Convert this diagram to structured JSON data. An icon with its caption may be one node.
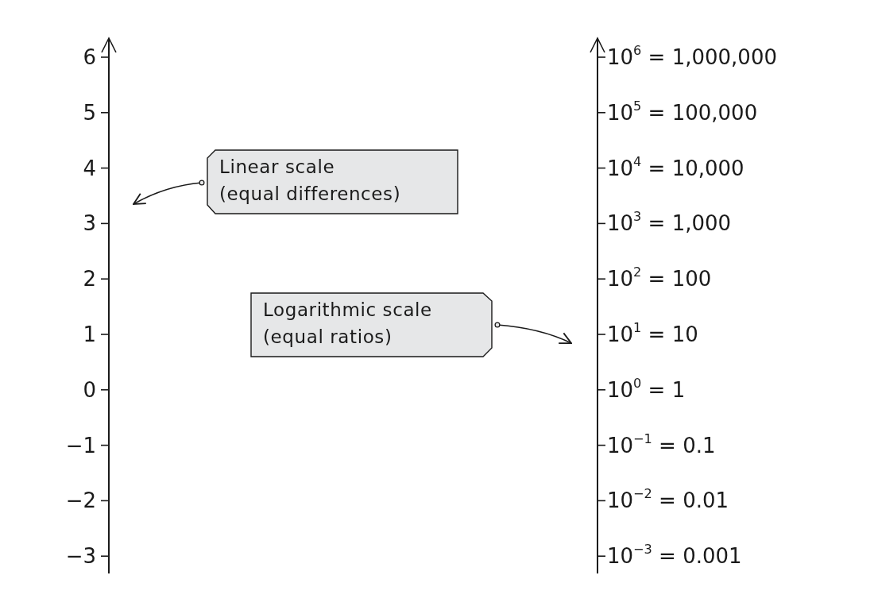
{
  "diagram": {
    "nodes": [
      {
        "text": [
          "Linear scale",
          "(equal differences)"
        ]
      },
      {
        "text": [
          "Logarithmic scale",
          "(equal ratios)"
        ]
      }
    ],
    "edges": [
      {
        "from": 0,
        "to": null,
        "arrow": "to"
      },
      {
        "from": 1,
        "to": null,
        "arrow": "to"
      }
    ],
    "labels": [
      "6",
      "5",
      "4",
      "3",
      "2",
      "1",
      "0",
      "−1",
      "−2",
      "−3",
      "10$^{6}$ = 1,000,000",
      "10$^{5}$ = 100,000",
      "10$^{4}$ = 10,000",
      "10$^{3}$ = 1,000",
      "10$^{2}$ = 100",
      "10$^{1}$ = 10",
      "10$^{0}$ = 1",
      "10$^{−1}$ = 0.1",
      "10$^{−2}$ = 0.01",
      "10$^{−3}$ = 0.001"
    ]
  }
}
